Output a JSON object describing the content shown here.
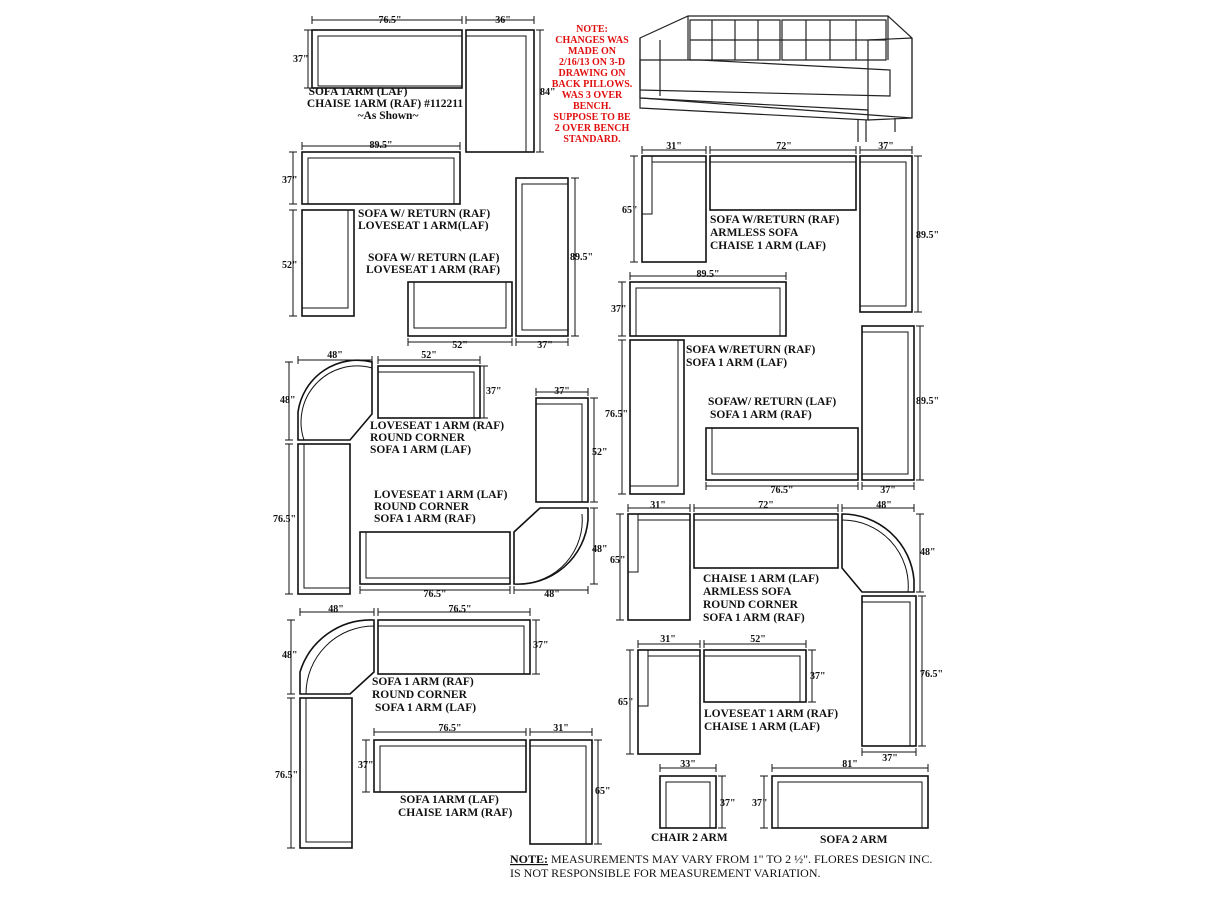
{
  "note": {
    "lines": [
      "NOTE:",
      "CHANGES WAS",
      "MADE ON",
      "2/16/13 ON 3-D",
      "DRAWING ON",
      "BACK PILLOWS.",
      "WAS 3 OVER",
      "BENCH.",
      "SUPPOSE TO BE",
      "2 OVER BENCH",
      "STANDARD."
    ],
    "color": "#e01010"
  },
  "configs": [
    {
      "id": "c1",
      "lines": [
        "SOFA 1ARM (LAF)",
        "CHAISE 1ARM (RAF) #112211",
        "~As Shown~"
      ],
      "dims": [
        "76.5\"",
        "36\"",
        "37\"",
        "84\""
      ]
    },
    {
      "id": "c2",
      "lines": [
        "SOFA W/ RETURN (RAF)",
        "LOVESEAT  1 ARM(LAF)"
      ],
      "dims": [
        "89.5\"",
        "37\"",
        "52\""
      ]
    },
    {
      "id": "c3",
      "lines": [
        "SOFA  W/ RETURN (LAF)",
        "LOVESEAT 1 ARM (RAF)"
      ],
      "dims": [
        "89.5\"",
        "52\"",
        "37\""
      ]
    },
    {
      "id": "c4",
      "lines": [
        "LOVESEAT 1 ARM (RAF)",
        "ROUND CORNER",
        "SOFA 1 ARM (LAF)"
      ],
      "dims": [
        "48\"",
        "52\"",
        "48\"",
        "37\"",
        "76.5\""
      ]
    },
    {
      "id": "c5",
      "lines": [
        "LOVESEAT 1 ARM (LAF)",
        "ROUND CORNER",
        "SOFA 1 ARM (RAF)"
      ],
      "dims": [
        "37\"",
        "52\"",
        "48\"",
        "76.5\"",
        "48\""
      ]
    },
    {
      "id": "c6",
      "lines": [
        "SOFA 1 ARM (RAF)",
        "ROUND CORNER",
        "SOFA 1 ARM (LAF)"
      ],
      "dims": [
        "48\"",
        "76.5\"",
        "48\"",
        "37\"",
        "76.5\""
      ]
    },
    {
      "id": "c7",
      "lines": [
        "SOFA 1ARM (LAF)",
        "CHAISE 1ARM (RAF)"
      ],
      "dims": [
        "76.5\"",
        "31\"",
        "37\"",
        "65\""
      ]
    },
    {
      "id": "c8",
      "lines": [
        "SOFA W/RETURN (RAF)",
        "ARMLESS SOFA",
        "CHAISE 1 ARM (LAF)"
      ],
      "dims": [
        "31\"",
        "72\"",
        "37\"",
        "65\"",
        "89.5\""
      ]
    },
    {
      "id": "c9",
      "lines": [
        "SOFA W/RETURN (RAF)",
        "SOFA 1 ARM (LAF)"
      ],
      "dims": [
        "89.5\"",
        "37\"",
        "76.5\""
      ]
    },
    {
      "id": "c10",
      "lines": [
        "SOFAW/ RETURN (LAF)",
        "SOFA 1 ARM (RAF)"
      ],
      "dims": [
        "89.5\"",
        "76.5\"",
        "37\""
      ]
    },
    {
      "id": "c11",
      "lines": [
        "CHAISE 1 ARM (LAF)",
        "ARMLESS SOFA",
        "ROUND CORNER",
        "SOFA 1 ARM (RAF)"
      ],
      "dims": [
        "31\"",
        "72\"",
        "48\"",
        "65\"",
        "48\"",
        "76.5\"",
        "37\""
      ]
    },
    {
      "id": "c12",
      "lines": [
        "LOVESEAT 1 ARM (RAF)",
        "CHAISE 1 ARM (LAF)"
      ],
      "dims": [
        "31\"",
        "52\"",
        "37\"",
        "65\""
      ]
    },
    {
      "id": "c13",
      "lines": [
        "CHAIR 2 ARM"
      ],
      "dims": [
        "33\"",
        "37\""
      ]
    },
    {
      "id": "c14",
      "lines": [
        "SOFA 2 ARM"
      ],
      "dims": [
        "81\"",
        "37\""
      ]
    }
  ],
  "footer": {
    "note_label": "NOTE:",
    "line1_rest": " MEASUREMENTS MAY VARY FROM 1\" TO 2 ½\". FLORES DESIGN INC.",
    "line2": "IS NOT RESPONSIBLE FOR MEASUREMENT VARIATION."
  }
}
